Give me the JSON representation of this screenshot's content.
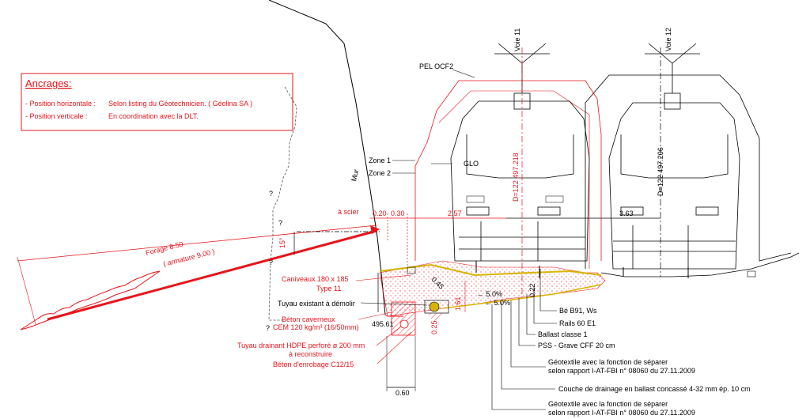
{
  "anchorage": {
    "title": "Ancrages:",
    "horizontal_label": "- Position horizontale :",
    "horizontal_value": "Selon listing du Géotechnicien. ( Géolina SA )",
    "vertical_label": "- Position verticale :",
    "vertical_value": "En coordination avec la DLT."
  },
  "tracks": {
    "voie11": "Voie 11",
    "voie12": "Voie 12",
    "pel": "PEL OCF2",
    "d11": "D=122  497.218",
    "d12": "D=122  497.206"
  },
  "zones": {
    "zone1": "Zone 1",
    "zone2": "Zone 2",
    "glo": "GLO"
  },
  "wall": {
    "mur": "Mur",
    "forage": "Forage 8.50",
    "armature": "( armature 9.00 )",
    "angle": "15°",
    "a_scier": "à scier",
    "d020": "0.20",
    "d030": "0.30",
    "d257": "2.57",
    "d363": "3.63",
    "q": "?"
  },
  "left_labels": {
    "caniveaux": "Caniveaux 180 x 185",
    "type": "Type 11",
    "tuyau_existant": "Tuyau existant à démolir",
    "beton_caverneux": "Béton caverneux",
    "cem": "CEM 120 kg/m³ (16/50mm)",
    "tuyau_drainant": "Tuyau drainant HDPE perforé ø 200 mm",
    "reconstruire": "à reconstruire",
    "beton_enrobage": "Béton d'enrobage C12/15",
    "elev": "495.61",
    "d060": "0.60",
    "d161": "1.61",
    "d025": "0.25",
    "d045": "0.45",
    "d022": "0.22"
  },
  "slopes": {
    "s1": "← 5.0%",
    "s2": "← 5.0%"
  },
  "right_labels": {
    "be": "Bé B91, Ws",
    "rails": "Rails 60 E1",
    "ballast": "Ballast classe 1",
    "pss": "PSS - Grave CFF 20 cm",
    "geo1a": "Géotextile avec la fonction de séparer",
    "geo1b": "selon rapport I-AT-FBI n° 08060 du 27.11.2009",
    "drainage": "Couche de drainage en ballast concassé 4-32 mm ép. 10 cm",
    "geo2a": "Géotextile avec la fonction de séparer",
    "geo2b": "selon rapport I-AT-FBI n° 08060 du 27.11.2009"
  }
}
